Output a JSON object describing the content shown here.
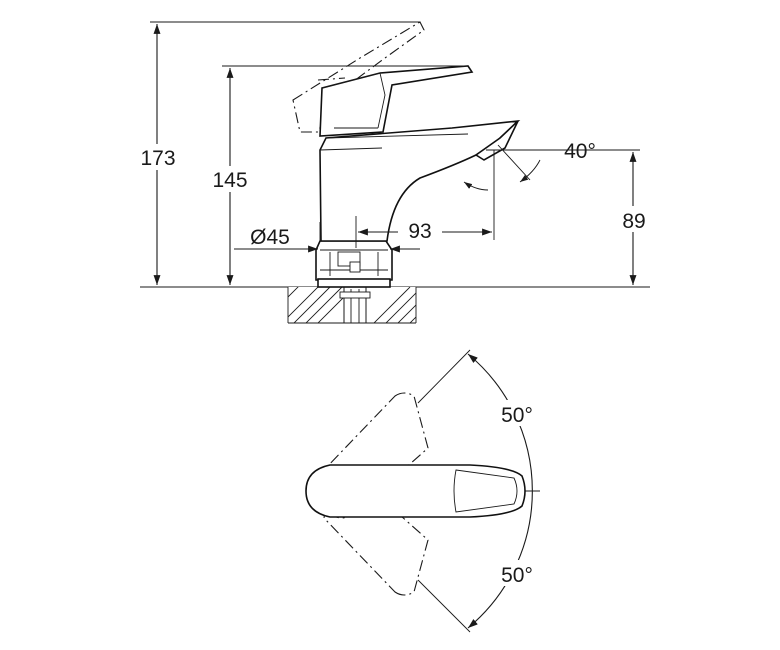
{
  "dimensions": {
    "total_height": "173",
    "lever_height": "145",
    "base_diameter": "Ø45",
    "spout_reach": "93",
    "spout_height": "89",
    "spout_angle": "40°",
    "lever_rotation_left": "50°",
    "lever_rotation_right": "50°"
  }
}
